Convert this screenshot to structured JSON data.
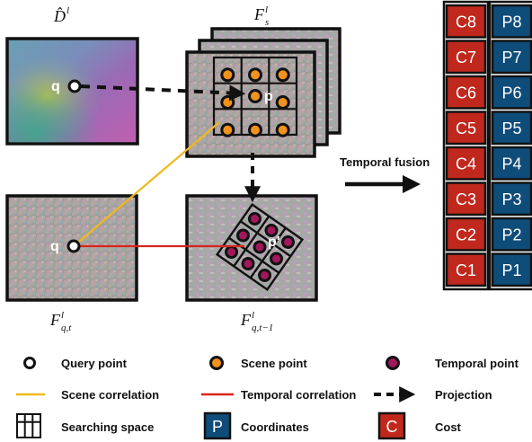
{
  "labels": {
    "depth_map": "D̂",
    "depth_sup": "l",
    "scene_feat": "F",
    "scene_sup": "l",
    "scene_sub": "s",
    "query_feat": "F",
    "query_sup": "l",
    "query_sub": "q,t",
    "prev_feat": "F",
    "prev_sup": "l",
    "prev_sub": "q,t−1",
    "query_point": "q",
    "query_point_2": "q",
    "projected_point": "p",
    "temporal_projected_point": "p'",
    "temporal_fusion": "Temporal fusion"
  },
  "cost_column": [
    "C8",
    "C7",
    "C6",
    "C5",
    "C4",
    "C3",
    "C2",
    "C1"
  ],
  "coord_column": [
    "P8",
    "P7",
    "P6",
    "P5",
    "P4",
    "P3",
    "P2",
    "P1"
  ],
  "legend": {
    "query_point": "Query point",
    "scene_point": "Scene point",
    "temporal_point": "Temporal point",
    "scene_correlation": "Scene correlation",
    "temporal_correlation": "Temporal correlation",
    "projection": "Projection",
    "searching_space": "Searching space",
    "coordinates_letter": "P",
    "coordinates": "Coordinates",
    "cost_letter": "C",
    "cost": "Cost"
  },
  "colors": {
    "cost": "#c0281d",
    "coordinates": "#0e4c7a",
    "scene_point": "#f0921c",
    "temporal_point": "#a2185a",
    "scene_correlation": "#f0b81a",
    "temporal_correlation": "#d8251c"
  }
}
